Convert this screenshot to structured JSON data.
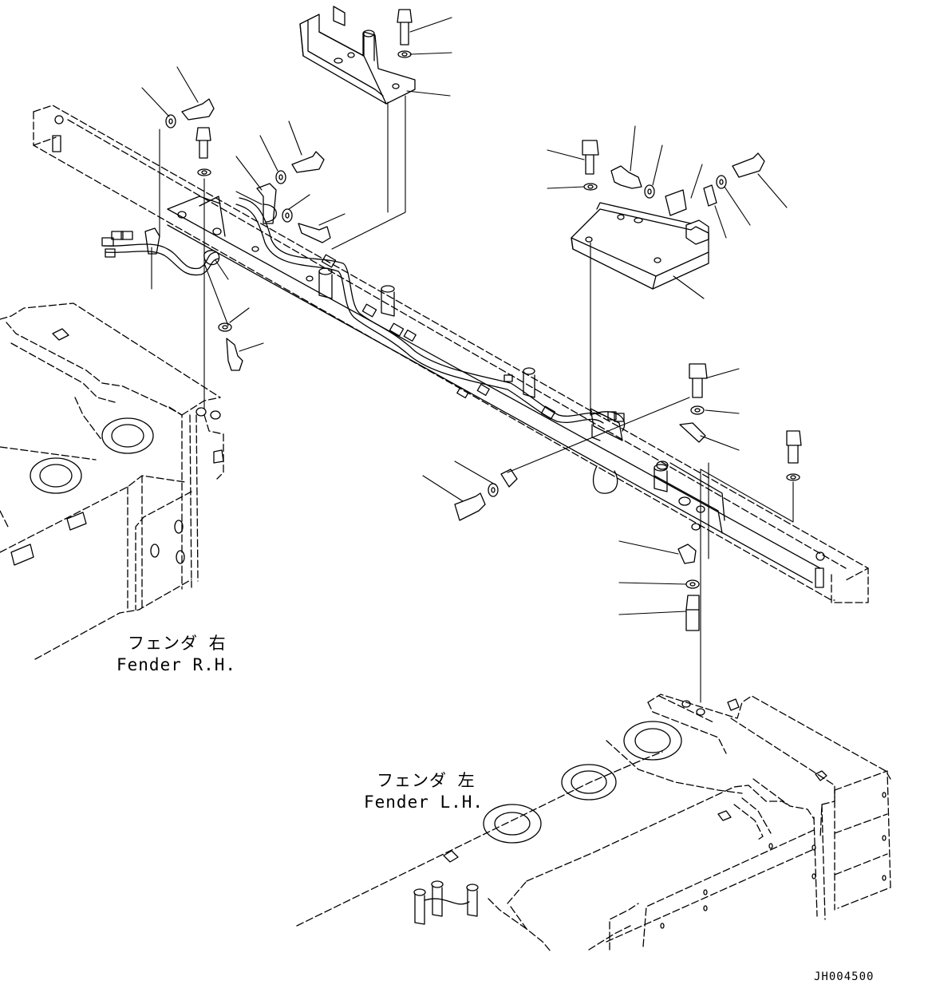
{
  "labels": {
    "fender_rh_jp": "フェンダ 右",
    "fender_rh_en": "Fender R.H.",
    "fender_lh_jp": "フェンダ 左",
    "fender_lh_en": "Fender L.H.",
    "drawing_code": "JH004500"
  },
  "colors": {
    "line": "#000000",
    "background": "#ffffff"
  }
}
